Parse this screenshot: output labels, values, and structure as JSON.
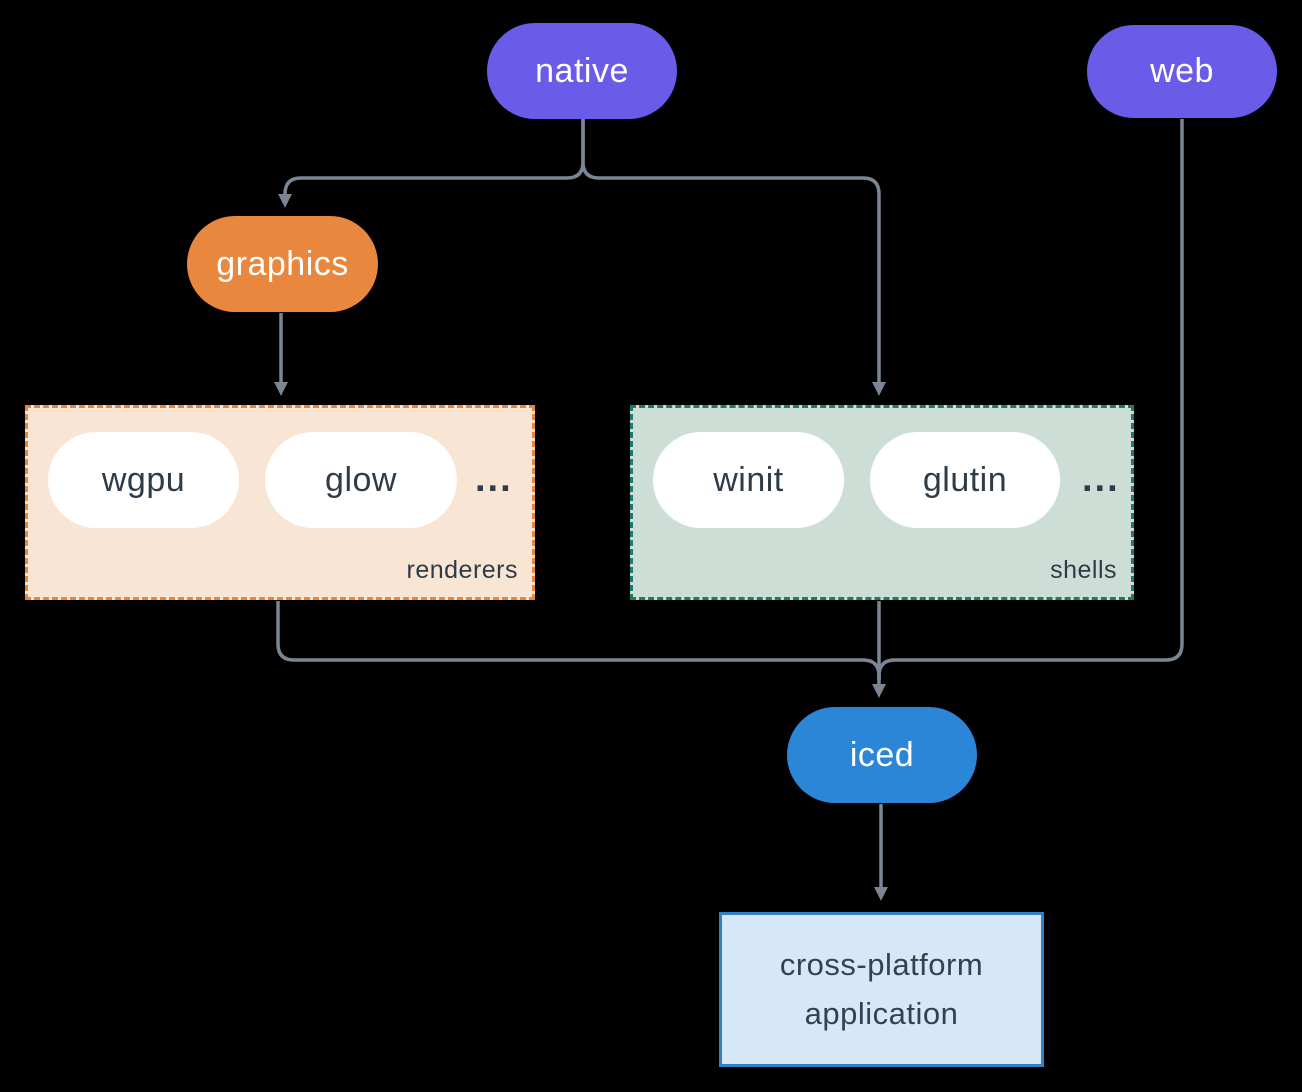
{
  "nodes": {
    "native": {
      "label": "native",
      "color": "#6A5BE8"
    },
    "web": {
      "label": "web",
      "color": "#6A5BE8"
    },
    "graphics": {
      "label": "graphics",
      "color": "#E8873D"
    },
    "iced": {
      "label": "iced",
      "color": "#2B86D8"
    }
  },
  "groups": {
    "renderers": {
      "label": "renderers",
      "items": [
        "wgpu",
        "glow"
      ],
      "ellipsis": "...",
      "bg": "#F9E5D4",
      "border": "#E8863C"
    },
    "shells": {
      "label": "shells",
      "items": [
        "winit",
        "glutin"
      ],
      "ellipsis": "...",
      "bg": "#CDDED6",
      "border": "#1E7A6A"
    }
  },
  "application": {
    "label_line1": "cross-platform",
    "label_line2": "application",
    "bg": "#D6E7F8",
    "border": "#3380C6"
  },
  "edges": [
    {
      "from": "native",
      "to": "graphics"
    },
    {
      "from": "native",
      "to": "shells"
    },
    {
      "from": "graphics",
      "to": "renderers"
    },
    {
      "from": "renderers",
      "to": "iced"
    },
    {
      "from": "shells",
      "to": "iced"
    },
    {
      "from": "web",
      "to": "iced"
    },
    {
      "from": "iced",
      "to": "application"
    }
  ],
  "colors": {
    "background": "#000000",
    "connector": "#7A8694",
    "text_dark": "#2E3C4A",
    "pill_text_light": "#FFFFFF"
  }
}
